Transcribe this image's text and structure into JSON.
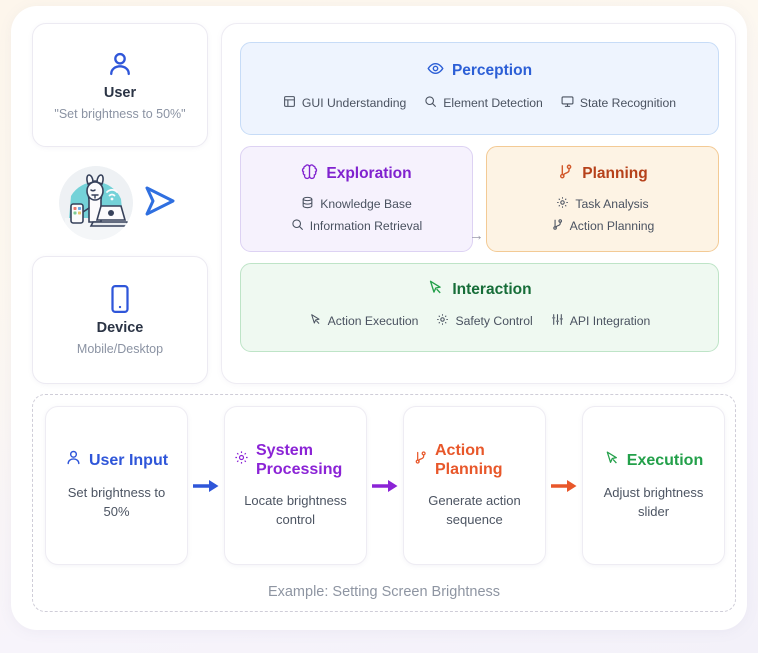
{
  "colors": {
    "perception": "#2c5fd6",
    "exploration": "#8022cf",
    "planning": "#b6411a",
    "interaction": "#166d38",
    "user_input": "#2f56d9",
    "system_processing": "#8b23d6",
    "action_planning": "#e8572a",
    "execution": "#23a04a",
    "page_background": "#fdf6ec",
    "card_background": "#ffffff"
  },
  "left": {
    "user": {
      "icon": "user-icon",
      "title": "User",
      "subtitle": "\"Set brightness to 50%\""
    },
    "mascot": {
      "icon": "llama-mascot-icon",
      "arrow_icon": "chevron-right-arrow-icon"
    },
    "device": {
      "icon": "mobile-device-icon",
      "title": "Device",
      "subtitle": "Mobile/Desktop"
    }
  },
  "capabilities": [
    {
      "id": "perception",
      "icon": "eye-icon",
      "title": "Perception",
      "layout": "row",
      "items": [
        {
          "icon": "layout-panel-icon",
          "label": "GUI Understanding"
        },
        {
          "icon": "search-icon",
          "label": "Element Detection"
        },
        {
          "icon": "monitor-icon",
          "label": "State Recognition"
        }
      ]
    },
    {
      "id": "exploration",
      "icon": "brain-icon",
      "title": "Exploration",
      "layout": "col",
      "items": [
        {
          "icon": "database-icon",
          "label": "Knowledge Base"
        },
        {
          "icon": "search-icon",
          "label": "Information Retrieval"
        }
      ]
    },
    {
      "id": "planning",
      "icon": "git-branch-icon",
      "title": "Planning",
      "layout": "col",
      "items": [
        {
          "icon": "gear-icon",
          "label": "Task Analysis"
        },
        {
          "icon": "git-branch-icon",
          "label": "Action Planning"
        }
      ]
    },
    {
      "id": "interaction",
      "icon": "cursor-pointer-icon",
      "title": "Interaction",
      "layout": "row",
      "items": [
        {
          "icon": "cursor-pointer-icon",
          "label": "Action Execution"
        },
        {
          "icon": "gear-icon",
          "label": "Safety Control"
        },
        {
          "icon": "sliders-icon",
          "label": "API Integration"
        }
      ]
    }
  ],
  "mid_arrow": {
    "icon": "right-arrow-icon",
    "glyph": "→"
  },
  "flow": {
    "caption": "Example: Setting Screen Brightness",
    "steps": [
      {
        "id": "user-input",
        "icon": "user-icon",
        "title": "User Input",
        "description": "Set brightness to 50%",
        "color": "#2f56d9"
      },
      {
        "id": "system-processing",
        "icon": "gear-icon",
        "title": "System Processing",
        "description": "Locate brightness control",
        "color": "#8b23d6"
      },
      {
        "id": "action-planning",
        "icon": "git-branch-icon",
        "title": "Action Planning",
        "description": "Generate action sequence",
        "color": "#e8572a"
      },
      {
        "id": "execution",
        "icon": "cursor-pointer-icon",
        "title": "Execution",
        "description": "Adjust brightness slider",
        "color": "#23a04a"
      }
    ],
    "arrows": [
      {
        "icon": "right-arrow-icon",
        "color": "#2f56d9"
      },
      {
        "icon": "right-arrow-icon",
        "color": "#8b23d6"
      },
      {
        "icon": "right-arrow-icon",
        "color": "#e8572a"
      }
    ]
  }
}
